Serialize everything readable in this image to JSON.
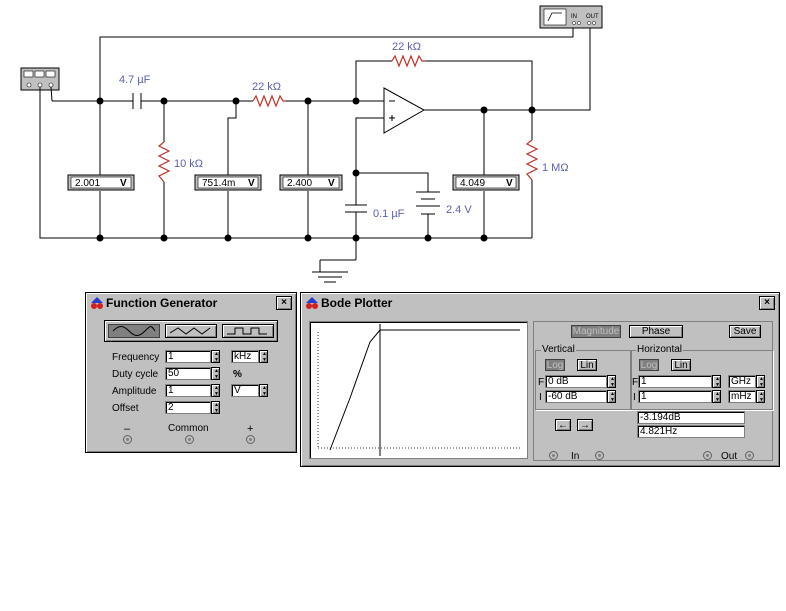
{
  "circuit": {
    "labels": {
      "c1": "4.7 µF",
      "r1": "22 kΩ",
      "r_feedback": "22 kΩ",
      "r2": "10 kΩ",
      "c2": "0.1 µF",
      "battery": "2.4 V",
      "r_load": "1 MΩ"
    },
    "meters": [
      {
        "value": "2.001",
        "unit": "V"
      },
      {
        "value": "751.4m",
        "unit": "V"
      },
      {
        "value": "2.400",
        "unit": "V"
      },
      {
        "value": "4.049",
        "unit": "V"
      }
    ],
    "bode_icon": {
      "in": "IN",
      "out": "OUT"
    }
  },
  "function_generator": {
    "title": "Function Generator",
    "close": "×",
    "waveforms": [
      "sine-wave-icon",
      "triangle-wave-icon",
      "square-wave-icon"
    ],
    "selected_waveform": "sine",
    "frequency": {
      "label": "Frequency",
      "value": "1",
      "unit": "kHz"
    },
    "duty_cycle": {
      "label": "Duty cycle",
      "value": "50",
      "unit": "%"
    },
    "amplitude": {
      "label": "Amplitude",
      "value": "1",
      "unit": "V"
    },
    "offset": {
      "label": "Offset",
      "value": "2"
    },
    "terminals": {
      "minus": "–",
      "common": "Common",
      "plus": "+"
    }
  },
  "bode_plotter": {
    "title": "Bode Plotter",
    "close": "×",
    "magnitude_label": "Magnitude",
    "phase_label": "Phase",
    "save_label": "Save",
    "mode": "Magnitude",
    "vertical": {
      "label": "Vertical",
      "log": "Log",
      "lin": "Lin",
      "f_label": "F",
      "f_value": "0 dB",
      "i_label": "I",
      "i_value": "-60 dB"
    },
    "horizontal": {
      "label": "Horizontal",
      "log": "Log",
      "lin": "Lin",
      "f_label": "F",
      "f_value": "1",
      "f_unit": "GHz",
      "i_label": "I",
      "i_value": "1",
      "i_unit": "mHz"
    },
    "arrows": {
      "left": "←",
      "right": "→"
    },
    "readout_db": "-3.194dB",
    "readout_freq": "4.821Hz",
    "in_label": "In",
    "out_label": "Out"
  }
}
